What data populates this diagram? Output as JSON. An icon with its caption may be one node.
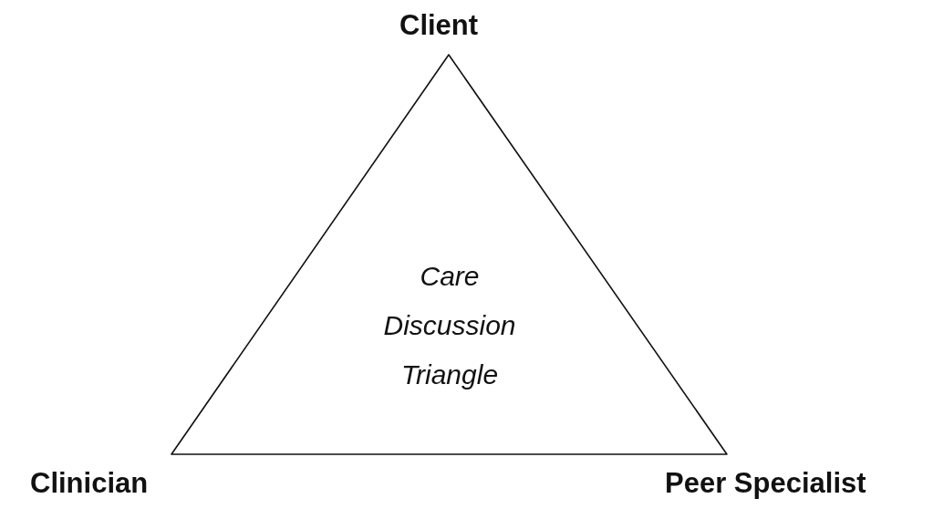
{
  "diagram": {
    "nodes": [
      {
        "text": [
          "Care Discussion Triangle"
        ]
      }
    ],
    "labels": [
      "Client",
      "Clinician",
      "Peer Specialist"
    ]
  }
}
